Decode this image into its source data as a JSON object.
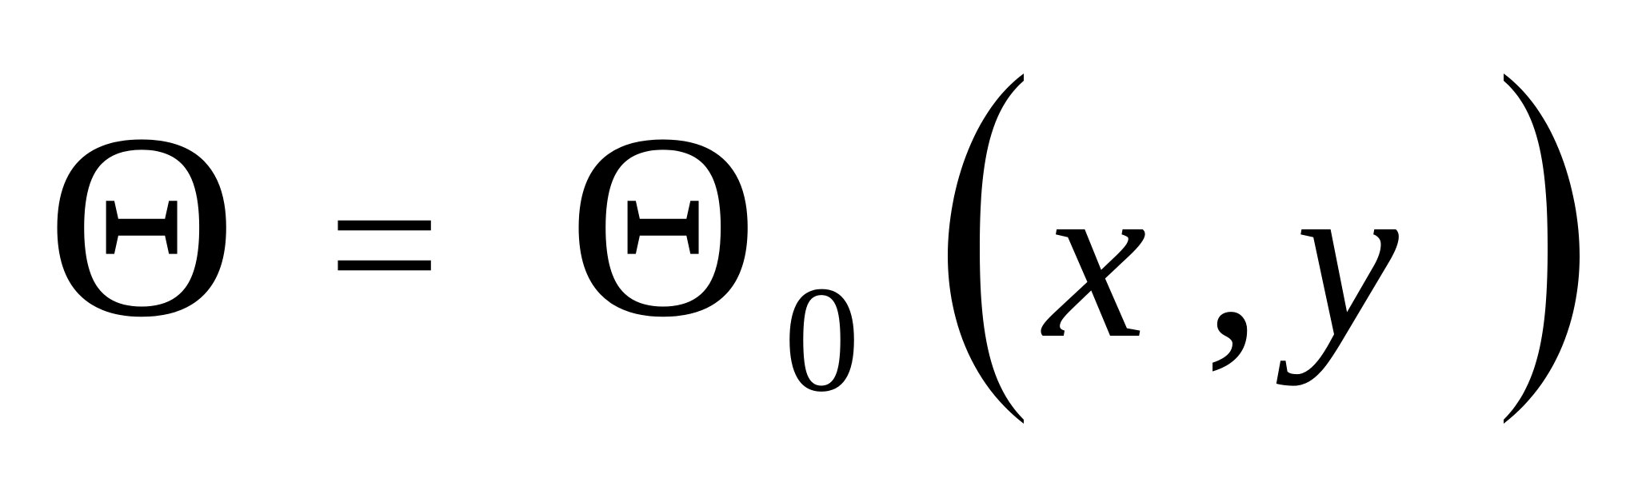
{
  "formula": {
    "lhs": "Θ",
    "operator": "=",
    "rhs_symbol": "Θ",
    "subscript": "0",
    "open_paren": "(",
    "arg1": "x",
    "separator": ",",
    "arg2": "y",
    "close_paren": ")"
  }
}
